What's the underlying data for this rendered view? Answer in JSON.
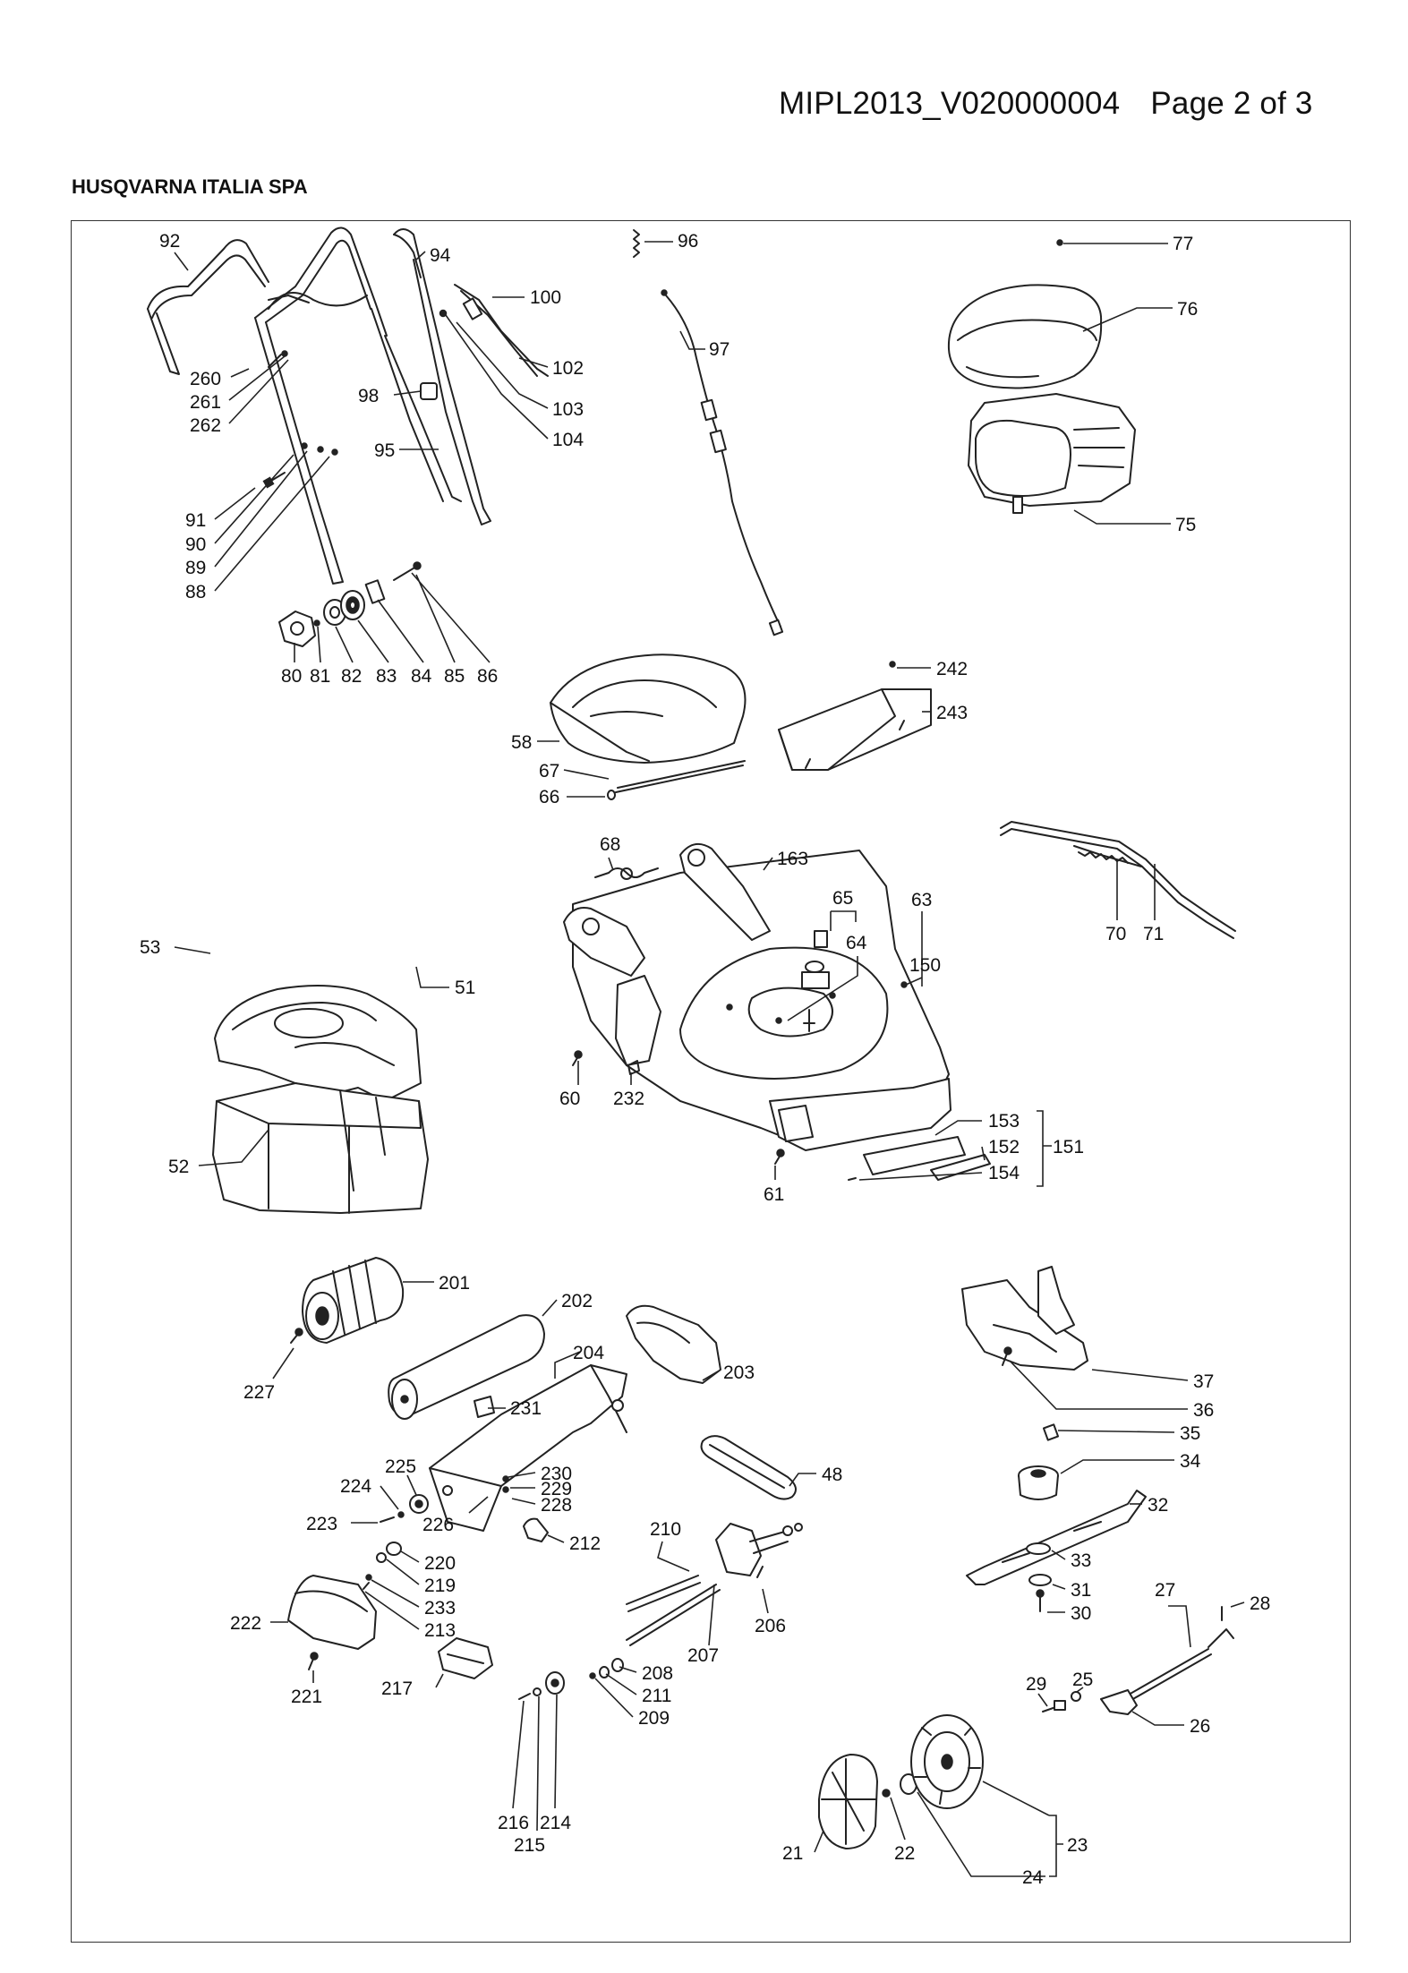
{
  "header": {
    "doc_code": "MIPL2013_V020000004",
    "page_label": "Page 2 of 3",
    "company": "HUSQVARNA ITALIA SPA"
  },
  "callouts": [
    {
      "id": "92",
      "label": "92"
    },
    {
      "id": "94",
      "label": "94"
    },
    {
      "id": "96",
      "label": "96"
    },
    {
      "id": "77",
      "label": "77"
    },
    {
      "id": "100",
      "label": "100"
    },
    {
      "id": "76",
      "label": "76"
    },
    {
      "id": "97",
      "label": "97"
    },
    {
      "id": "102",
      "label": "102"
    },
    {
      "id": "260",
      "label": "260"
    },
    {
      "id": "261",
      "label": "261"
    },
    {
      "id": "262",
      "label": "262"
    },
    {
      "id": "98",
      "label": "98"
    },
    {
      "id": "103",
      "label": "103"
    },
    {
      "id": "104",
      "label": "104"
    },
    {
      "id": "95",
      "label": "95"
    },
    {
      "id": "75",
      "label": "75"
    },
    {
      "id": "91",
      "label": "91"
    },
    {
      "id": "90",
      "label": "90"
    },
    {
      "id": "89",
      "label": "89"
    },
    {
      "id": "88",
      "label": "88"
    },
    {
      "id": "80",
      "label": "80"
    },
    {
      "id": "81",
      "label": "81"
    },
    {
      "id": "82",
      "label": "82"
    },
    {
      "id": "83",
      "label": "83"
    },
    {
      "id": "84",
      "label": "84"
    },
    {
      "id": "85",
      "label": "85"
    },
    {
      "id": "86",
      "label": "86"
    },
    {
      "id": "242",
      "label": "242"
    },
    {
      "id": "243",
      "label": "243"
    },
    {
      "id": "58",
      "label": "58"
    },
    {
      "id": "67",
      "label": "67"
    },
    {
      "id": "66",
      "label": "66"
    },
    {
      "id": "68",
      "label": "68"
    },
    {
      "id": "163",
      "label": "163"
    },
    {
      "id": "65",
      "label": "65"
    },
    {
      "id": "63",
      "label": "63"
    },
    {
      "id": "70",
      "label": "70"
    },
    {
      "id": "71",
      "label": "71"
    },
    {
      "id": "64",
      "label": "64"
    },
    {
      "id": "150",
      "label": "150"
    },
    {
      "id": "53",
      "label": "53"
    },
    {
      "id": "51",
      "label": "51"
    },
    {
      "id": "60",
      "label": "60"
    },
    {
      "id": "232",
      "label": "232"
    },
    {
      "id": "153",
      "label": "153"
    },
    {
      "id": "152",
      "label": "152"
    },
    {
      "id": "151",
      "label": "151"
    },
    {
      "id": "154",
      "label": "154"
    },
    {
      "id": "52",
      "label": "52"
    },
    {
      "id": "61",
      "label": "61"
    },
    {
      "id": "201",
      "label": "201"
    },
    {
      "id": "202",
      "label": "202"
    },
    {
      "id": "204",
      "label": "204"
    },
    {
      "id": "203",
      "label": "203"
    },
    {
      "id": "227",
      "label": "227"
    },
    {
      "id": "231",
      "label": "231"
    },
    {
      "id": "37",
      "label": "37"
    },
    {
      "id": "36",
      "label": "36"
    },
    {
      "id": "35",
      "label": "35"
    },
    {
      "id": "34",
      "label": "34"
    },
    {
      "id": "225",
      "label": "225"
    },
    {
      "id": "230",
      "label": "230"
    },
    {
      "id": "224",
      "label": "224"
    },
    {
      "id": "229",
      "label": "229"
    },
    {
      "id": "48",
      "label": "48"
    },
    {
      "id": "228",
      "label": "228"
    },
    {
      "id": "223",
      "label": "223"
    },
    {
      "id": "226",
      "label": "226"
    },
    {
      "id": "32",
      "label": "32"
    },
    {
      "id": "212",
      "label": "212"
    },
    {
      "id": "210",
      "label": "210"
    },
    {
      "id": "220",
      "label": "220"
    },
    {
      "id": "219",
      "label": "219"
    },
    {
      "id": "33",
      "label": "33"
    },
    {
      "id": "233",
      "label": "233"
    },
    {
      "id": "27",
      "label": "27"
    },
    {
      "id": "28",
      "label": "28"
    },
    {
      "id": "31",
      "label": "31"
    },
    {
      "id": "206",
      "label": "206"
    },
    {
      "id": "222",
      "label": "222"
    },
    {
      "id": "213",
      "label": "213"
    },
    {
      "id": "30",
      "label": "30"
    },
    {
      "id": "207",
      "label": "207"
    },
    {
      "id": "208",
      "label": "208"
    },
    {
      "id": "221",
      "label": "221"
    },
    {
      "id": "211",
      "label": "211"
    },
    {
      "id": "217",
      "label": "217"
    },
    {
      "id": "209",
      "label": "209"
    },
    {
      "id": "25",
      "label": "25"
    },
    {
      "id": "29",
      "label": "29"
    },
    {
      "id": "26",
      "label": "26"
    },
    {
      "id": "23",
      "label": "23"
    },
    {
      "id": "216",
      "label": "216"
    },
    {
      "id": "214",
      "label": "214"
    },
    {
      "id": "21",
      "label": "21"
    },
    {
      "id": "22",
      "label": "22"
    },
    {
      "id": "24",
      "label": "24"
    },
    {
      "id": "215",
      "label": "215"
    }
  ]
}
